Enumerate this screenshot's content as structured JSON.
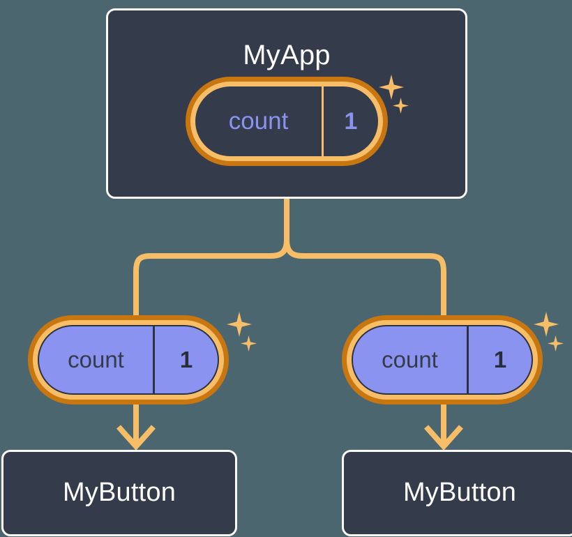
{
  "background_color": "#4c6670",
  "palette": {
    "card_background": "#343b4a",
    "card_border": "#fdfcf7",
    "pill_outer_ring": "#c8760f",
    "pill_inner_ring": "#f8be67",
    "pill_child_fill": "#8b93f0",
    "accent_purple": "#8b93f0",
    "connector": "#f8be67",
    "sparkle": "#f8be67",
    "text_light": "#ffffff",
    "text_dark": "#343b4a"
  },
  "root": {
    "title": "MyApp",
    "state": {
      "key": "count",
      "value": "1"
    },
    "sparkles": [
      {
        "name": "sparkle-large",
        "size": "big"
      },
      {
        "name": "sparkle-small",
        "size": "small"
      }
    ]
  },
  "children": [
    {
      "state": {
        "key": "count",
        "value": "1"
      },
      "component": {
        "title": "MyButton"
      },
      "sparkles": [
        {
          "name": "sparkle-large",
          "size": "big"
        },
        {
          "name": "sparkle-small",
          "size": "small"
        }
      ]
    },
    {
      "state": {
        "key": "count",
        "value": "1"
      },
      "component": {
        "title": "MyButton"
      },
      "sparkles": [
        {
          "name": "sparkle-large",
          "size": "big"
        },
        {
          "name": "sparkle-small",
          "size": "small"
        }
      ]
    }
  ],
  "connectors": {
    "tree_label": "state-propagation-tree",
    "arrow_left_label": "state-to-mybutton-left",
    "arrow_right_label": "state-to-mybutton-right"
  }
}
